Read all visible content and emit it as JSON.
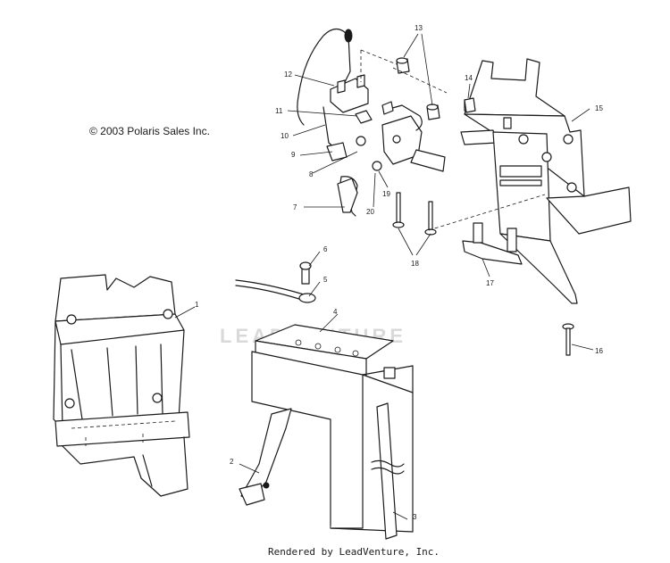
{
  "copyright": "© 2003 Polaris Sales Inc.",
  "footer": "Rendered by LeadVenture, Inc.",
  "watermark": "LEADVENTURE",
  "callouts": [
    "1",
    "2",
    "3",
    "4",
    "5",
    "6",
    "7",
    "8",
    "9",
    "10",
    "11",
    "12",
    "13",
    "14",
    "15",
    "16",
    "17",
    "18",
    "19",
    "20"
  ],
  "colors": {
    "line": "#1a1a1a",
    "background": "#ffffff",
    "watermark": "#d9d9d9"
  }
}
